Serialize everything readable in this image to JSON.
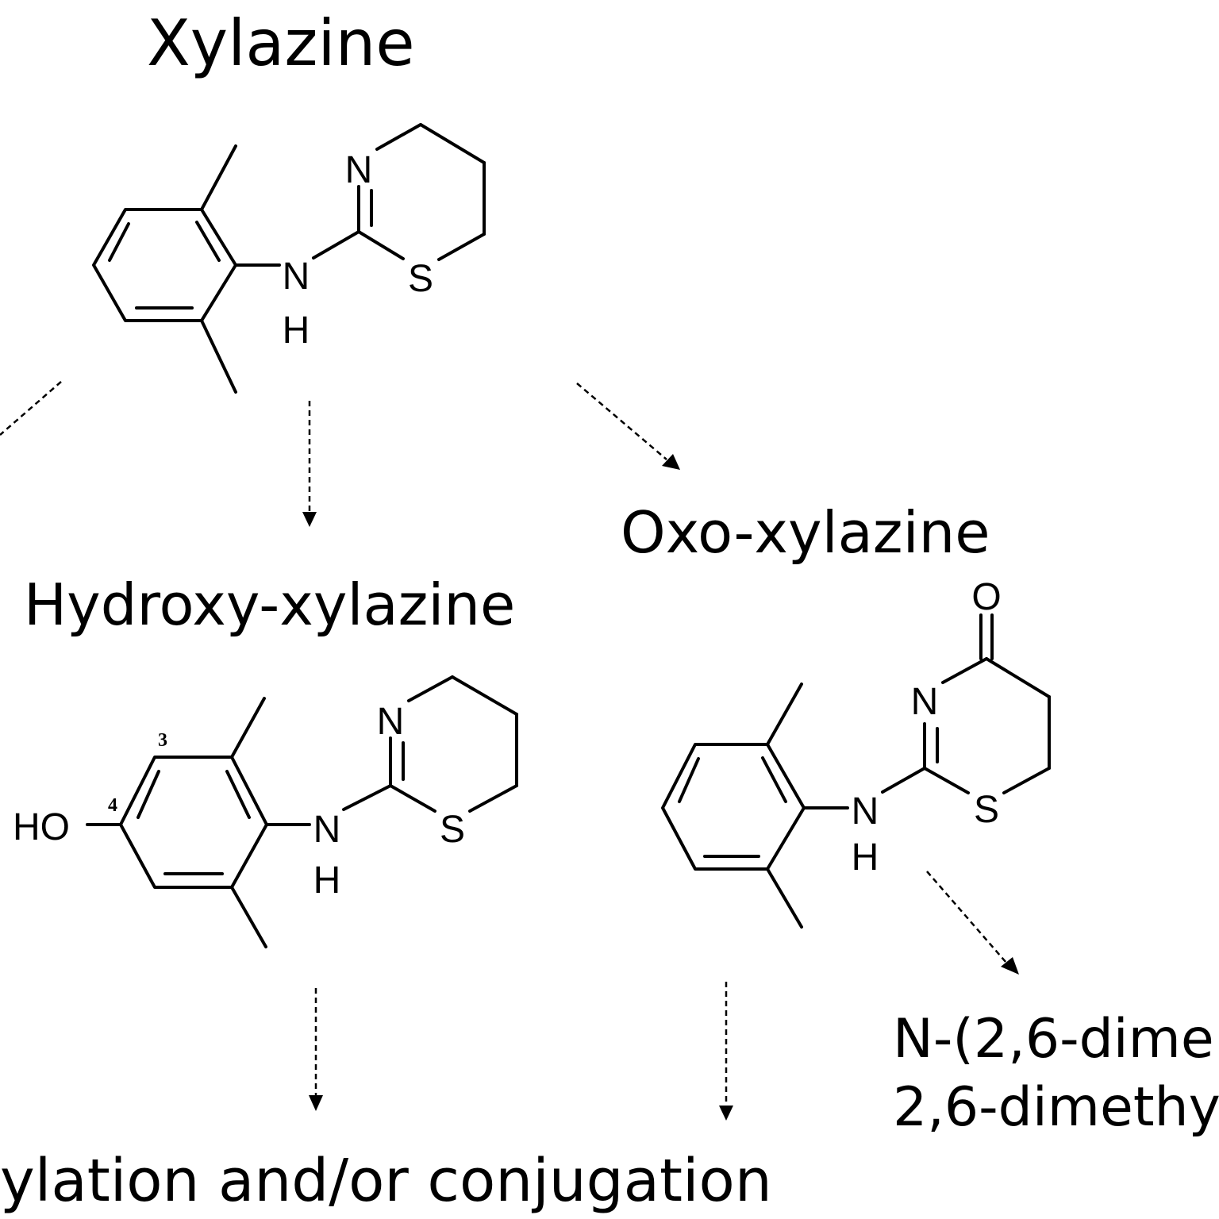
{
  "labels": {
    "xylazine": "Xylazine",
    "oxo_xylazine": "Oxo-xylazine",
    "hydroxy_xylazine": "Hydroxy-xylazine",
    "bottom_left": "ylation and/or conjugation",
    "bottom_right_line1": "N-(2,6-dime",
    "bottom_right_line2": "2,6-dimethy"
  },
  "atoms": {
    "N": "N",
    "H": "H",
    "S": "S",
    "O": "O",
    "HO": "HO"
  },
  "position_numbers": {
    "three": "3",
    "four": "4"
  }
}
